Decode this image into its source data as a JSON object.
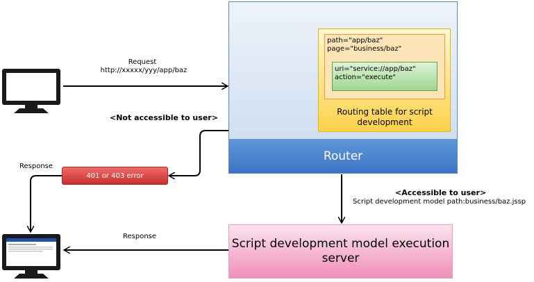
{
  "request": {
    "label": "Request",
    "url": "http://xxxxx/yyy/app/baz"
  },
  "not_accessible": "<Not accessible to user>",
  "router": {
    "label": "Router"
  },
  "routing_table": {
    "path_line": "path=\"app/baz\"",
    "page_line": "page=\"business/baz\"",
    "uri_line": "uri=\"service://app/baz\"",
    "action_line": "action=\"execute\"",
    "caption": "Routing table for script development"
  },
  "error_box": "401 or 403 error",
  "response_top": "Response",
  "response_bottom": "Response",
  "accessible": "<Accessible to user>",
  "script_path": "Script development model path:business/baz.jssp",
  "exec_server": "Script development model execution server"
}
